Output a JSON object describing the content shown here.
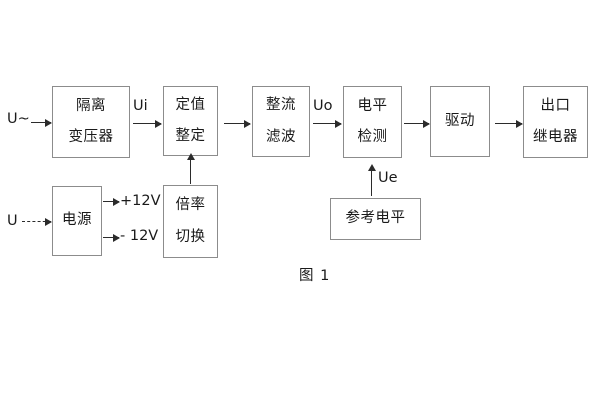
{
  "figure": {
    "caption": "图 1"
  },
  "blocks": [
    {
      "id": "isolation-transformer",
      "line1": "隔离",
      "line2": "变压器"
    },
    {
      "id": "setting-value",
      "line1": "定值",
      "line2": "整定"
    },
    {
      "id": "rectify-filter",
      "line1": "整流",
      "line2": "滤波"
    },
    {
      "id": "level-detection",
      "line1": "电平",
      "line2": "检测"
    },
    {
      "id": "drive",
      "line1": "驱动",
      "line2": ""
    },
    {
      "id": "output-relay",
      "line1": "出口",
      "line2": "继电器"
    },
    {
      "id": "power-supply",
      "line1": "电源",
      "line2": ""
    },
    {
      "id": "ratio-switch",
      "line1": "倍率",
      "line2": "切换"
    },
    {
      "id": "reference-level",
      "line1": "参考电平",
      "line2": ""
    }
  ],
  "signals": {
    "input_ac": "U~",
    "input_dc": "U",
    "ui": "Ui",
    "uo": "Uo",
    "ue": "Ue",
    "rail_positive": "+12V",
    "rail_negative": "- 12V"
  },
  "colors": {
    "background": "#ffffff",
    "box_border": "#8c8c8c",
    "text": "#1a1a1a",
    "arrow": "#2b2b2b"
  }
}
